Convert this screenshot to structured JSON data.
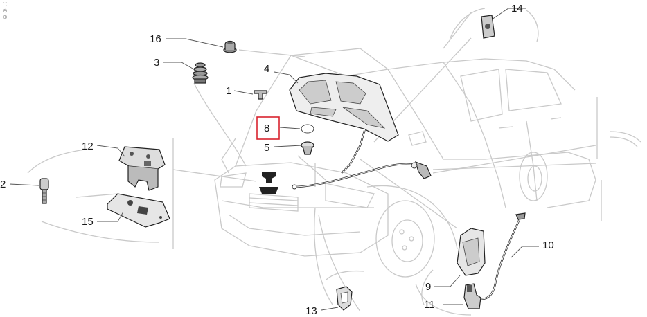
{
  "diagram": {
    "callouts": [
      {
        "id": "1",
        "label": "1"
      },
      {
        "id": "2",
        "label": "2"
      },
      {
        "id": "3",
        "label": "3"
      },
      {
        "id": "4",
        "label": "4"
      },
      {
        "id": "5",
        "label": "5"
      },
      {
        "id": "8",
        "label": "8",
        "highlighted": true
      },
      {
        "id": "9",
        "label": "9"
      },
      {
        "id": "10",
        "label": "10"
      },
      {
        "id": "11",
        "label": "11"
      },
      {
        "id": "12",
        "label": "12"
      },
      {
        "id": "13",
        "label": "13"
      },
      {
        "id": "14",
        "label": "14"
      },
      {
        "id": "15",
        "label": "15"
      },
      {
        "id": "16",
        "label": "16"
      }
    ],
    "highlight_color": "#d9232e",
    "line_color": "#c9c9c9",
    "part_color": "#222222"
  },
  "viewer": {
    "tools": [
      {
        "icon": "fullscreen-icon",
        "glyph": "⛶"
      },
      {
        "icon": "zoom-out-icon",
        "glyph": "⊖"
      },
      {
        "icon": "zoom-in-icon",
        "glyph": "⊕"
      }
    ]
  }
}
